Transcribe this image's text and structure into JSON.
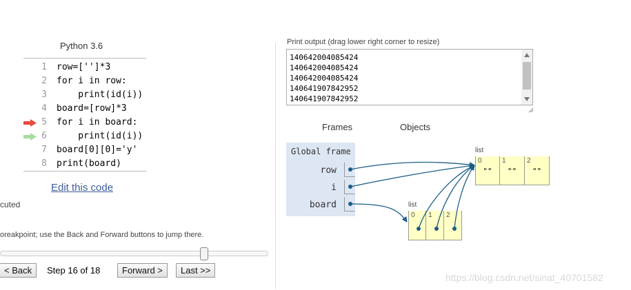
{
  "language": "Python 3.6",
  "code_lines": [
    {
      "num": "1",
      "text": "row=['']*3"
    },
    {
      "num": "2",
      "text": "for i in row:"
    },
    {
      "num": "3",
      "text": "    print(id(i))"
    },
    {
      "num": "4",
      "text": "board=[row]*3"
    },
    {
      "num": "5",
      "text": "for i in board:"
    },
    {
      "num": "6",
      "text": "    print(id(i))"
    },
    {
      "num": "7",
      "text": "board[0][0]='y'"
    },
    {
      "num": "8",
      "text": "print(board)"
    }
  ],
  "arrows": {
    "current_line": 5,
    "next_line": 6,
    "current_color": "#e74c3c",
    "next_color": "#a6dba0"
  },
  "edit_link": "Edit this code",
  "partial_text_1": "cuted",
  "partial_text_2": "oreakpoint; use the Back and Forward buttons to jump there.",
  "slider": {
    "step": 16,
    "total": 18
  },
  "buttons": {
    "back": "< Back",
    "forward": "Forward >",
    "last": "Last >>"
  },
  "step_text": "Step 16 of 18",
  "print_output": {
    "label": "Print output (drag lower right corner to resize)",
    "lines": [
      "140642004085424",
      "140642004085424",
      "140642004085424",
      "140641907842952",
      "140641907842952"
    ]
  },
  "headers": {
    "frames": "Frames",
    "objects": "Objects"
  },
  "global_frame": {
    "title": "Global frame",
    "vars": [
      {
        "name": "row"
      },
      {
        "name": "i"
      },
      {
        "name": "board"
      }
    ]
  },
  "list_top": {
    "label": "list",
    "cells": [
      {
        "idx": "0",
        "val": "\"\""
      },
      {
        "idx": "1",
        "val": "\"\""
      },
      {
        "idx": "2",
        "val": "\"\""
      }
    ]
  },
  "list_bottom": {
    "label": "list",
    "cells": [
      {
        "idx": "0"
      },
      {
        "idx": "1"
      },
      {
        "idx": "2"
      }
    ]
  },
  "watermark": "https://blog.csdn.net/sinat_40701582"
}
